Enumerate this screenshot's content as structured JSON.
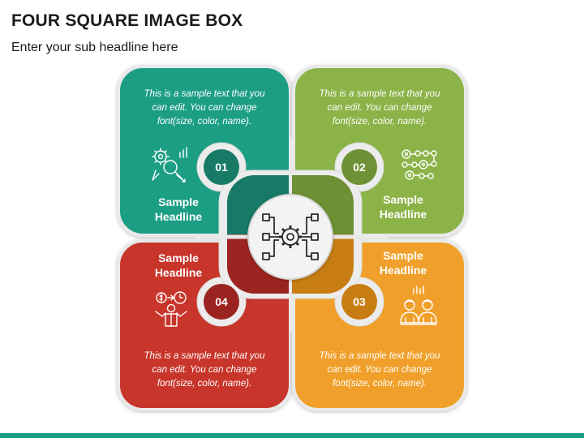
{
  "title": "FOUR SQUARE IMAGE BOX",
  "subtitle": "Enter your sub headline here",
  "colors": {
    "green_teal": "#1f9e85",
    "lime": "#8bb347",
    "orange": "#f0a02a",
    "red": "#c8342c",
    "bar": "#1a9e86"
  },
  "center_icon": "gear-network-icon",
  "boxes": [
    {
      "number": "01",
      "headline": [
        "Sample",
        "Headline"
      ],
      "text": [
        "This is a sample text that you",
        "can edit. You can change",
        "font(size, color, name)."
      ],
      "icon": "analytics-gear-magnifier-icon"
    },
    {
      "number": "02",
      "headline": [
        "Sample",
        "Headline"
      ],
      "text": [
        "This is a sample text that you",
        "can edit. You can change",
        "font(size, color, name)."
      ],
      "icon": "circuit-dots-icon"
    },
    {
      "number": "03",
      "headline": [
        "Sample",
        "Headline"
      ],
      "text": [
        "This is a sample text that you",
        "can edit. You can change",
        "font(size, color, name)."
      ],
      "icon": "team-people-icon"
    },
    {
      "number": "04",
      "headline": [
        "Sample",
        "Headline"
      ],
      "text": [
        "This is a sample text that you",
        "can edit. You can change",
        "font(size, color, name)."
      ],
      "icon": "money-time-person-icon"
    }
  ]
}
